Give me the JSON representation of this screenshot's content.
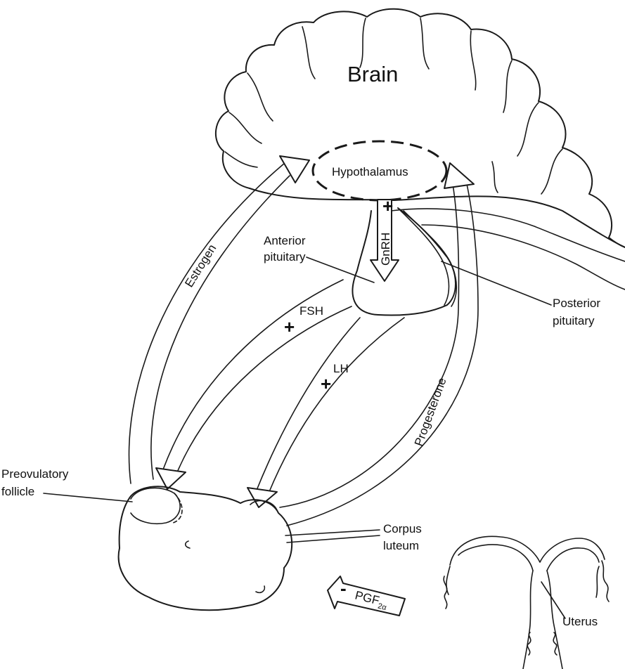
{
  "labels": {
    "brain": "Brain",
    "hypothalamus": "Hypothalamus",
    "gnrh": "GnRH",
    "anterior_pituitary_line1": "Anterior",
    "anterior_pituitary_line2": "pituitary",
    "posterior_pituitary_line1": "Posterior",
    "posterior_pituitary_line2": "pituitary",
    "estrogen": "Estrogen",
    "progesterone": "Progesterone",
    "fsh": "FSH",
    "lh": "LH",
    "preovulatory_line1": "Preovulatory",
    "preovulatory_line2": "follicle",
    "corpus_luteum_line1": "Corpus",
    "corpus_luteum_line2": "luteum",
    "pgf_main": "PGF",
    "pgf_subscript": "2α",
    "uterus": "Uterus"
  },
  "signs": {
    "gnrh": "+",
    "fsh": "+",
    "lh": "+",
    "pgf": "-"
  }
}
